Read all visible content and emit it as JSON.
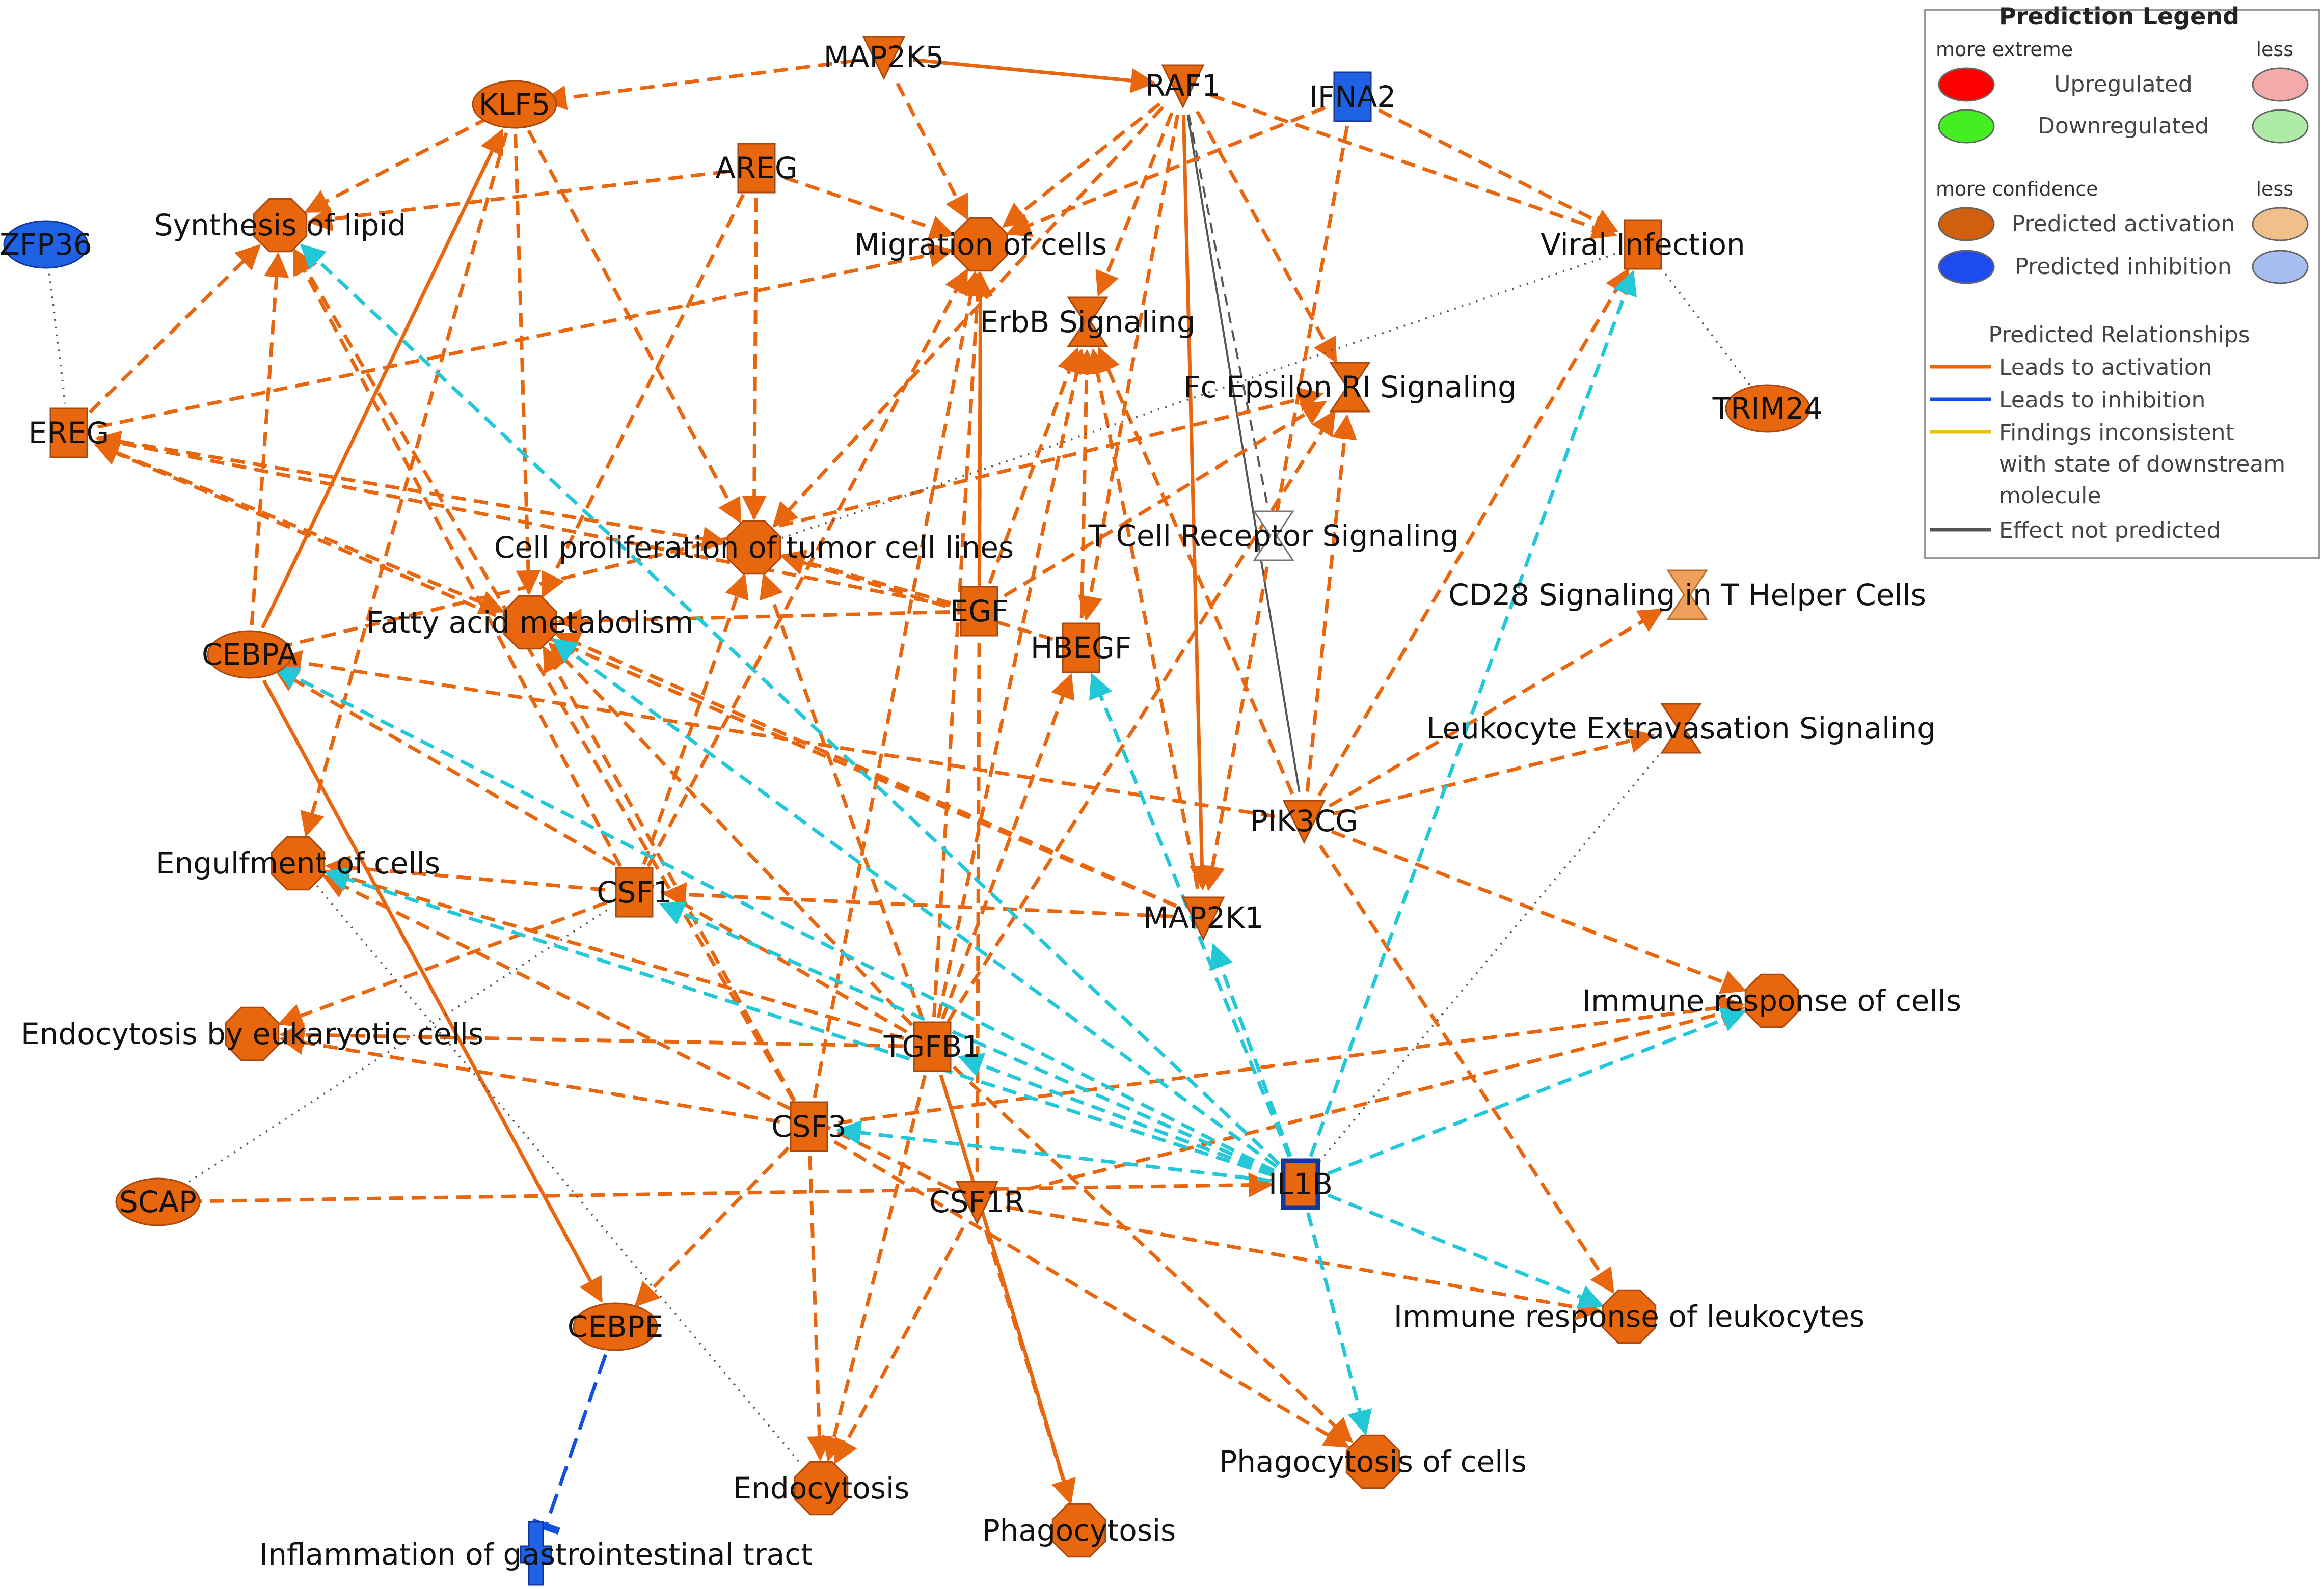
{
  "colors": {
    "activation_fill": "#E8660E",
    "activation_stroke": "#A84A10",
    "inhibition_fill": "#1F62E6",
    "inhibition_stroke": "#12389A",
    "edge_activation": "#E8660E",
    "edge_inhibition": "#1450E0",
    "edge_inconsistent": "#E8C20A",
    "edge_not_predicted": "#555555",
    "edge_cyan": "#22C8D8"
  },
  "nodes": [
    {
      "id": "klf5",
      "label": "KLF5",
      "shape": "ellipse",
      "state": "activation"
    },
    {
      "id": "map2k5",
      "label": "MAP2K5",
      "shape": "triangle-down",
      "state": "activation"
    },
    {
      "id": "raf1",
      "label": "RAF1",
      "shape": "triangle-down",
      "state": "activation"
    },
    {
      "id": "ifna2",
      "label": "IFNA2",
      "shape": "square",
      "state": "inhibition"
    },
    {
      "id": "areg",
      "label": "AREG",
      "shape": "square",
      "state": "activation"
    },
    {
      "id": "zfp36",
      "label": "ZFP36",
      "shape": "ellipse",
      "state": "inhibition"
    },
    {
      "id": "synthesis_lipid",
      "label": "Synthesis of lipid",
      "shape": "octagon",
      "state": "activation"
    },
    {
      "id": "migration",
      "label": "Migration of cells",
      "shape": "octagon",
      "state": "activation"
    },
    {
      "id": "viral_infection",
      "label": "Viral Infection",
      "shape": "square",
      "state": "activation"
    },
    {
      "id": "erbb",
      "label": "ErbB Signaling",
      "shape": "hourglass",
      "state": "activation"
    },
    {
      "id": "fc_epsilon",
      "label": "Fc Epsilon RI Signaling",
      "shape": "hourglass",
      "state": "activation"
    },
    {
      "id": "trim24",
      "label": "TRIM24",
      "shape": "ellipse",
      "state": "activation"
    },
    {
      "id": "ereg",
      "label": "EREG",
      "shape": "square",
      "state": "activation"
    },
    {
      "id": "cell_prolif",
      "label": "Cell proliferation of tumor cell lines",
      "shape": "octagon",
      "state": "activation"
    },
    {
      "id": "tcr",
      "label": "T Cell Receptor Signaling",
      "shape": "hourglass-open",
      "state": "none"
    },
    {
      "id": "cd28",
      "label": "CD28 Signaling in T Helper Cells",
      "shape": "hourglass",
      "state": "activation-light"
    },
    {
      "id": "fatty_acid",
      "label": "Fatty acid metabolism",
      "shape": "octagon",
      "state": "activation"
    },
    {
      "id": "egf",
      "label": "EGF",
      "shape": "square",
      "state": "activation"
    },
    {
      "id": "hbegf",
      "label": "HBEGF",
      "shape": "square",
      "state": "activation"
    },
    {
      "id": "cebpa",
      "label": "CEBPA",
      "shape": "ellipse",
      "state": "activation"
    },
    {
      "id": "leukocyte_extrav",
      "label": "Leukocyte Extravasation Signaling",
      "shape": "hourglass",
      "state": "activation"
    },
    {
      "id": "pik3cg",
      "label": "PIK3CG",
      "shape": "triangle-down",
      "state": "activation"
    },
    {
      "id": "engulfment",
      "label": "Engulfment of cells",
      "shape": "octagon",
      "state": "activation"
    },
    {
      "id": "csf1",
      "label": "CSF1",
      "shape": "square",
      "state": "activation"
    },
    {
      "id": "map2k1",
      "label": "MAP2K1",
      "shape": "triangle-down",
      "state": "activation"
    },
    {
      "id": "immune_cells",
      "label": "Immune response of cells",
      "shape": "octagon",
      "state": "activation"
    },
    {
      "id": "endocytosis_euk",
      "label": "Endocytosis by eukaryotic cells",
      "shape": "octagon",
      "state": "activation"
    },
    {
      "id": "tgfb1",
      "label": "TGFB1",
      "shape": "square",
      "state": "activation"
    },
    {
      "id": "csf3",
      "label": "CSF3",
      "shape": "square",
      "state": "activation"
    },
    {
      "id": "scap",
      "label": "SCAP",
      "shape": "ellipse",
      "state": "activation"
    },
    {
      "id": "csf1r",
      "label": "CSF1R",
      "shape": "triangle-down",
      "state": "activation"
    },
    {
      "id": "il1b",
      "label": "IL1B",
      "shape": "square-outline",
      "state": "activation"
    },
    {
      "id": "immune_leuk",
      "label": "Immune response of leukocytes",
      "shape": "octagon",
      "state": "activation"
    },
    {
      "id": "cebpe",
      "label": "CEBPE",
      "shape": "ellipse",
      "state": "activation"
    },
    {
      "id": "endocytosis",
      "label": "Endocytosis",
      "shape": "octagon",
      "state": "activation"
    },
    {
      "id": "phagocytosis_cells",
      "label": "Phagocytosis of cells",
      "shape": "octagon",
      "state": "activation"
    },
    {
      "id": "phagocytosis",
      "label": "Phagocytosis",
      "shape": "octagon",
      "state": "activation"
    },
    {
      "id": "inflammation_gi",
      "label": "Inflammation of gastrointestinal tract",
      "shape": "cross",
      "state": "inhibition"
    }
  ],
  "edges": [
    {
      "from": "map2k5",
      "to": "klf5",
      "type": "activation",
      "dashed": true
    },
    {
      "from": "map2k5",
      "to": "raf1",
      "type": "activation",
      "dashed": false
    },
    {
      "from": "map2k5",
      "to": "migration",
      "type": "activation",
      "dashed": true
    },
    {
      "from": "klf5",
      "to": "synthesis_lipid",
      "type": "activation",
      "dashed": true
    },
    {
      "from": "klf5",
      "to": "fatty_acid",
      "type": "activation",
      "dashed": true
    },
    {
      "from": "klf5",
      "to": "cell_prolif",
      "type": "activation",
      "dashed": true
    },
    {
      "from": "klf5",
      "to": "engulfment",
      "type": "activation",
      "dashed": true
    },
    {
      "from": "areg",
      "to": "synthesis_lipid",
      "type": "activation",
      "dashed": true
    },
    {
      "from": "areg",
      "to": "migration",
      "type": "activation",
      "dashed": true
    },
    {
      "from": "areg",
      "to": "cell_prolif",
      "type": "activation",
      "dashed": true
    },
    {
      "from": "areg",
      "to": "fatty_acid",
      "type": "activation",
      "dashed": true
    },
    {
      "from": "raf1",
      "to": "migration",
      "type": "activation",
      "dashed": true
    },
    {
      "from": "raf1",
      "to": "viral_infection",
      "type": "activation",
      "dashed": true
    },
    {
      "from": "raf1",
      "to": "fc_epsilon",
      "type": "activation",
      "dashed": true
    },
    {
      "from": "raf1",
      "to": "map2k1",
      "type": "activation",
      "dashed": false
    },
    {
      "from": "raf1",
      "to": "hbegf",
      "type": "activation",
      "dashed": true
    },
    {
      "from": "raf1",
      "to": "tcr",
      "type": "not_predicted",
      "dashed": true
    },
    {
      "from": "raf1",
      "to": "erbb",
      "type": "activation",
      "dashed": true
    },
    {
      "from": "raf1",
      "to": "cell_prolif",
      "type": "activation",
      "dashed": true
    },
    {
      "from": "raf1",
      "to": "pik3cg",
      "type": "not_predicted",
      "dashed": false
    },
    {
      "from": "ifna2",
      "to": "migration",
      "type": "activation",
      "dashed": true
    },
    {
      "from": "ifna2",
      "to": "viral_infection",
      "type": "activation",
      "dashed": true
    },
    {
      "from": "ifna2",
      "to": "map2k1",
      "type": "activation",
      "dashed": true
    },
    {
      "from": "ereg",
      "to": "synthesis_lipid",
      "type": "activation",
      "dashed": true
    },
    {
      "from": "ereg",
      "to": "migration",
      "type": "activation",
      "dashed": true
    },
    {
      "from": "ereg",
      "to": "fatty_acid",
      "type": "activation",
      "dashed": true
    },
    {
      "from": "ereg",
      "to": "cell_prolif",
      "type": "activation",
      "dashed": true
    },
    {
      "from": "zfp36",
      "to": "ereg",
      "type": "dotted",
      "dashed": true
    },
    {
      "from": "cebpa",
      "to": "klf5",
      "type": "activation",
      "dashed": false
    },
    {
      "from": "cebpa",
      "to": "cebpe",
      "type": "activation",
      "dashed": false
    },
    {
      "from": "cebpa",
      "to": "fc_epsilon",
      "type": "activation",
      "dashed": true
    },
    {
      "from": "cebpa",
      "to": "synthesis_lipid",
      "type": "activation",
      "dashed": true
    },
    {
      "from": "egf",
      "to": "migration",
      "type": "activation",
      "dashed": true
    },
    {
      "from": "egf",
      "to": "cell_prolif",
      "type": "activation",
      "dashed": true
    },
    {
      "from": "egf",
      "to": "fatty_acid",
      "type": "activation",
      "dashed": true
    },
    {
      "from": "egf",
      "to": "ereg",
      "type": "activation",
      "dashed": true
    },
    {
      "from": "egf",
      "to": "erbb",
      "type": "activation",
      "dashed": true
    },
    {
      "from": "egf",
      "to": "fc_epsilon",
      "type": "activation",
      "dashed": true
    },
    {
      "from": "hbegf",
      "to": "erbb",
      "type": "activation",
      "dashed": true
    },
    {
      "from": "hbegf",
      "to": "cell_prolif",
      "type": "activation",
      "dashed": true
    },
    {
      "from": "pik3cg",
      "to": "fc_epsilon",
      "type": "activation",
      "dashed": true
    },
    {
      "from": "pik3cg",
      "to": "cd28",
      "type": "activation",
      "dashed": true
    },
    {
      "from": "pik3cg",
      "to": "leukocyte_extrav",
      "type": "activation",
      "dashed": true
    },
    {
      "from": "pik3cg",
      "to": "viral_infection",
      "type": "activation",
      "dashed": true
    },
    {
      "from": "pik3cg",
      "to": "immune_cells",
      "type": "activation",
      "dashed": true
    },
    {
      "from": "pik3cg",
      "to": "immune_leuk",
      "type": "activation",
      "dashed": true
    },
    {
      "from": "pik3cg",
      "to": "cebpa",
      "type": "activation",
      "dashed": true
    },
    {
      "from": "pik3cg",
      "to": "erbb",
      "type": "activation",
      "dashed": true
    },
    {
      "from": "csf1",
      "to": "migration",
      "type": "activation",
      "dashed": true
    },
    {
      "from": "csf1",
      "to": "engulfment",
      "type": "activation",
      "dashed": true
    },
    {
      "from": "csf1",
      "to": "endocytosis_euk",
      "type": "activation",
      "dashed": true
    },
    {
      "from": "csf1",
      "to": "cell_prolif",
      "type": "activation",
      "dashed": true
    },
    {
      "from": "csf1",
      "to": "synthesis_lipid",
      "type": "activation",
      "dashed": true
    },
    {
      "from": "map2k1",
      "to": "ereg",
      "type": "activation",
      "dashed": true
    },
    {
      "from": "map2k1",
      "to": "erbb",
      "type": "activation",
      "dashed": true
    },
    {
      "from": "map2k1",
      "to": "csf1",
      "type": "activation",
      "dashed": true
    },
    {
      "from": "map2k1",
      "to": "fatty_acid",
      "type": "activation",
      "dashed": true
    },
    {
      "from": "tgfb1",
      "to": "migration",
      "type": "activation",
      "dashed": true
    },
    {
      "from": "tgfb1",
      "to": "cell_prolif",
      "type": "activation",
      "dashed": true
    },
    {
      "from": "tgfb1",
      "to": "endocytosis_euk",
      "type": "activation",
      "dashed": true
    },
    {
      "from": "tgfb1",
      "to": "fatty_acid",
      "type": "activation",
      "dashed": true
    },
    {
      "from": "tgfb1",
      "to": "endocytosis",
      "type": "activation",
      "dashed": true
    },
    {
      "from": "tgfb1",
      "to": "phagocytosis",
      "type": "activation",
      "dashed": false
    },
    {
      "from": "tgfb1",
      "to": "phagocytosis_cells",
      "type": "activation",
      "dashed": true
    },
    {
      "from": "tgfb1",
      "to": "hbegf",
      "type": "activation",
      "dashed": true
    },
    {
      "from": "tgfb1",
      "to": "fc_epsilon",
      "type": "activation",
      "dashed": true
    },
    {
      "from": "tgfb1",
      "to": "engulfment",
      "type": "activation",
      "dashed": true
    },
    {
      "from": "tgfb1",
      "to": "cebpa",
      "type": "activation",
      "dashed": true
    },
    {
      "from": "tgfb1",
      "to": "erbb",
      "type": "activation",
      "dashed": true
    },
    {
      "from": "csf3",
      "to": "migration",
      "type": "activation",
      "dashed": true
    },
    {
      "from": "csf3",
      "to": "cebpe",
      "type": "activation",
      "dashed": true
    },
    {
      "from": "csf3",
      "to": "endocytosis",
      "type": "activation",
      "dashed": true
    },
    {
      "from": "csf3",
      "to": "phagocytosis_cells",
      "type": "activation",
      "dashed": true
    },
    {
      "from": "csf3",
      "to": "immune_cells",
      "type": "activation",
      "dashed": true
    },
    {
      "from": "csf3",
      "to": "fatty_acid",
      "type": "activation",
      "dashed": true
    },
    {
      "from": "csf3",
      "to": "synthesis_lipid",
      "type": "activation",
      "dashed": true
    },
    {
      "from": "csf3",
      "to": "endocytosis_euk",
      "type": "activation",
      "dashed": true
    },
    {
      "from": "scap",
      "to": "csf1",
      "type": "dotted",
      "dashed": true
    },
    {
      "from": "scap",
      "to": "il1b",
      "type": "activation",
      "dashed": true
    },
    {
      "from": "csf1r",
      "to": "endocytosis",
      "type": "activation",
      "dashed": true
    },
    {
      "from": "csf1r",
      "to": "phagocytosis",
      "type": "activation",
      "dashed": true
    },
    {
      "from": "csf1r",
      "to": "immune_leuk",
      "type": "activation",
      "dashed": true
    },
    {
      "from": "csf1r",
      "to": "migration",
      "type": "activation",
      "dashed": true
    },
    {
      "from": "csf1r",
      "to": "engulfment",
      "type": "activation",
      "dashed": true
    },
    {
      "from": "csf1r",
      "to": "immune_cells",
      "type": "activation",
      "dashed": true
    },
    {
      "from": "il1b",
      "to": "viral_infection",
      "type": "cyan",
      "dashed": true
    },
    {
      "from": "il1b",
      "to": "map2k1",
      "type": "cyan",
      "dashed": true
    },
    {
      "from": "il1b",
      "to": "hbegf",
      "type": "cyan",
      "dashed": true
    },
    {
      "from": "il1b",
      "to": "synthesis_lipid",
      "type": "cyan",
      "dashed": true
    },
    {
      "from": "il1b",
      "to": "fatty_acid",
      "type": "cyan",
      "dashed": true
    },
    {
      "from": "il1b",
      "to": "cebpa",
      "type": "cyan",
      "dashed": true
    },
    {
      "from": "il1b",
      "to": "engulfment",
      "type": "cyan",
      "dashed": true
    },
    {
      "from": "il1b",
      "to": "csf1",
      "type": "cyan",
      "dashed": true
    },
    {
      "from": "il1b",
      "to": "tgfb1",
      "type": "cyan",
      "dashed": true
    },
    {
      "from": "il1b",
      "to": "csf3",
      "type": "cyan",
      "dashed": true
    },
    {
      "from": "il1b",
      "to": "immune_cells",
      "type": "cyan",
      "dashed": true
    },
    {
      "from": "il1b",
      "to": "immune_leuk",
      "type": "cyan",
      "dashed": true
    },
    {
      "from": "il1b",
      "to": "phagocytosis_cells",
      "type": "cyan",
      "dashed": true
    },
    {
      "from": "il1b",
      "to": "leukocyte_extrav",
      "type": "dotted",
      "dashed": true
    },
    {
      "from": "viral_infection",
      "to": "trim24",
      "type": "dotted",
      "dashed": true
    },
    {
      "from": "viral_infection",
      "to": "cell_prolif",
      "type": "dotted",
      "dashed": true
    },
    {
      "from": "cebpe",
      "to": "inflammation_gi",
      "type": "inhibition",
      "dashed": true
    },
    {
      "from": "engulfment",
      "to": "endocytosis",
      "type": "dotted",
      "dashed": true
    }
  ],
  "legend": {
    "title": "Prediction Legend",
    "more_extreme": "more extreme",
    "less_1": "less",
    "upregulated": "Upregulated",
    "downregulated": "Downregulated",
    "more_confidence": "more confidence",
    "less_2": "less",
    "predicted_activation": "Predicted activation",
    "predicted_inhibition": "Predicted inhibition",
    "relationships_title": "Predicted Relationships",
    "leads_to_activation": "Leads to activation",
    "leads_to_inhibition": "Leads to inhibition",
    "inconsistent_1": "Findings inconsistent",
    "inconsistent_2": "with state of downstream",
    "inconsistent_3": "molecule",
    "effect_not_predicted": "Effect not predicted",
    "swatch_colors": {
      "up_strong": "#FF0000",
      "up_light": "#F2AAAA",
      "down_strong": "#44EE22",
      "down_light": "#AEEBA6",
      "act_strong": "#D0600E",
      "act_light": "#F0C08C",
      "inh_strong": "#1E4BEE",
      "inh_light": "#A6BEF0"
    }
  }
}
